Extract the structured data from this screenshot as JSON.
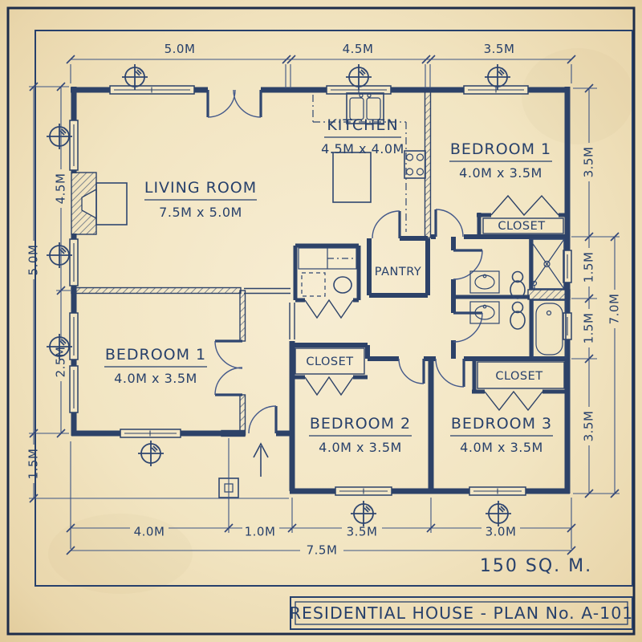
{
  "plan": {
    "title_block": "RESIDENTIAL HOUSE - PLAN No. A-101",
    "area_label": "150 SQ. M."
  },
  "rooms": {
    "living": {
      "name": "LIVING ROOM",
      "size": "7.5M x 5.0M"
    },
    "kitchen": {
      "name": "KITCHEN",
      "size": "4.5M x 4.0M"
    },
    "bedroom1_right": {
      "name": "BEDROOM 1",
      "size": "4.0M x 3.5M"
    },
    "bedroom1_left": {
      "name": "BEDROOM 1",
      "size": "4.0M x 3.5M"
    },
    "bedroom2": {
      "name": "BEDROOM 2",
      "size": "4.0M x 3.5M"
    },
    "bedroom3": {
      "name": "BEDROOM 3",
      "size": "4.0M x 3.5M"
    },
    "pantry": {
      "name": "PANTRY"
    },
    "closet_top_right": {
      "name": "CLOSET"
    },
    "closet_bedroom2": {
      "name": "CLOSET"
    },
    "closet_bedroom3": {
      "name": "CLOSET"
    }
  },
  "dims": {
    "top": [
      "5.0M",
      "4.5M",
      "3.5M"
    ],
    "left_inner": [
      "4.5M",
      "2.5M"
    ],
    "left_outer": [
      "5.0M",
      "1.5M"
    ],
    "right_inner": [
      "3.5M",
      "1.5M",
      "1.5M",
      "3.5M"
    ],
    "right_outer": [
      "7.0M"
    ],
    "bottom_inner": [
      "4.0M",
      "1.0M",
      "3.5M",
      "3.0M"
    ],
    "bottom_outer": [
      "7.5M"
    ]
  },
  "icons": {
    "survey_marker": "crossed-circle",
    "entry_arrow": "up-arrow",
    "column": "square-post"
  },
  "colors": {
    "paper": "#f2e5c2",
    "ink": "#2d4268",
    "dim_line": "#3d5584",
    "text": "#27406b"
  }
}
